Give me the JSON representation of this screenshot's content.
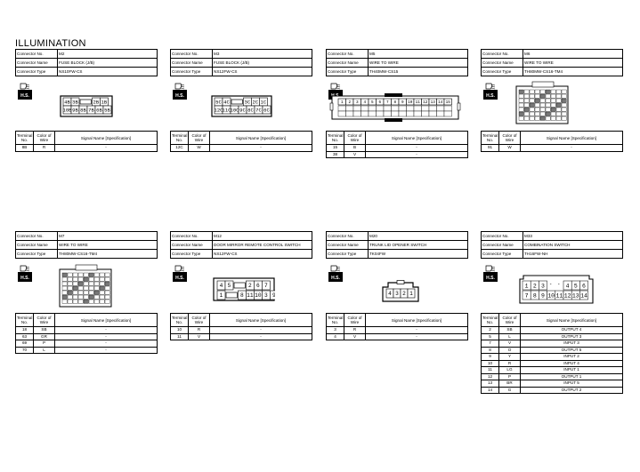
{
  "title": "ILLUMINATION",
  "labels": {
    "connector_no": "Connector No.",
    "connector_name": "Connector Name",
    "connector_type": "Connector Type",
    "terminal_no": "Terminal No.",
    "color_of_wire": "Color of Wire",
    "signal_name": "Signal Name [Specification]",
    "hs": "H.S."
  },
  "connectors": [
    {
      "no": "M2",
      "name": "FUSE BLOCK (J/B)",
      "type": "NS10FW-CS",
      "rows": [
        {
          "t": "8B",
          "c": "R",
          "s": "-"
        }
      ],
      "pins_top": [
        "4B",
        "3B",
        "",
        "2B",
        "1B"
      ],
      "pins_bottom": [
        "10B",
        "9B",
        "8B",
        "7B",
        "6B",
        "5B"
      ]
    },
    {
      "no": "M3",
      "name": "FUSE BLOCK (J/B)",
      "type": "NS12FW-CS",
      "rows": [
        {
          "t": "12C",
          "c": "W",
          "s": "-"
        }
      ],
      "pins_top": [
        "5C",
        "4C",
        "",
        "3C",
        "2C",
        "1C"
      ],
      "pins_bottom": [
        "12C",
        "11C",
        "10C",
        "9C",
        "8C",
        "7C",
        "6C"
      ]
    },
    {
      "no": "M5",
      "name": "WIRE TO WIRE",
      "type": "TH40MW-CS15",
      "rows": [
        {
          "t": "15",
          "c": "B",
          "s": "-"
        },
        {
          "t": "38",
          "c": "V",
          "s": "-"
        }
      ],
      "pins_top": [
        "1",
        "2",
        "3",
        "4",
        "5",
        "6",
        "7",
        "8",
        "9",
        "10",
        "11",
        "12",
        "13",
        "14",
        "15"
      ]
    },
    {
      "no": "M6",
      "name": "WIRE TO WIRE",
      "type": "TH80MW-CS16-TM4",
      "rows": [
        {
          "t": "91",
          "c": "W",
          "s": "-"
        }
      ]
    },
    {
      "no": "M7",
      "name": "WIRE TO WIRE",
      "type": "TH80MW-CS16-TM4",
      "rows": [
        {
          "t": "18",
          "c": "SB",
          "s": "-"
        },
        {
          "t": "63",
          "c": "GR",
          "s": "-"
        },
        {
          "t": "69",
          "c": "P",
          "s": "-"
        },
        {
          "t": "70",
          "c": "L",
          "s": "-"
        }
      ]
    },
    {
      "no": "M12",
      "name": "DOOR MIRROR REMOTE CONTROL SWITCH",
      "type": "NS12FW-CS",
      "rows": [
        {
          "t": "10",
          "c": "R",
          "s": "-"
        },
        {
          "t": "11",
          "c": "V",
          "s": "-"
        }
      ],
      "pins_top": [
        "4",
        "5",
        "",
        "2",
        "6",
        "7"
      ],
      "pins_bottom": [
        "1",
        "",
        "8",
        "11",
        "10",
        "3",
        "9"
      ]
    },
    {
      "no": "M20",
      "name": "TRUNK LID OPENER SWITCH",
      "type": "TK04FW",
      "rows": [
        {
          "t": "3",
          "c": "R",
          "s": "-"
        },
        {
          "t": "4",
          "c": "V",
          "s": "-"
        }
      ],
      "pins_top": [
        "4",
        "3",
        "2",
        "1"
      ]
    },
    {
      "no": "M33",
      "name": "COMBINATION SWITCH",
      "type": "TH16FW-NH",
      "rows": [
        {
          "t": "2",
          "c": "SB",
          "s": "OUTPUT 4"
        },
        {
          "t": "5",
          "c": "L",
          "s": "OUTPUT 3"
        },
        {
          "t": "7",
          "c": "V",
          "s": "INPUT 3"
        },
        {
          "t": "8",
          "c": "O",
          "s": "OUTPUT 5"
        },
        {
          "t": "9",
          "c": "Y",
          "s": "INPUT 2"
        },
        {
          "t": "10",
          "c": "R",
          "s": "INPUT 4"
        },
        {
          "t": "11",
          "c": "LG",
          "s": "INPUT 1"
        },
        {
          "t": "12",
          "c": "P",
          "s": "OUTPUT 1"
        },
        {
          "t": "13",
          "c": "BR",
          "s": "INPUT 5"
        },
        {
          "t": "14",
          "c": "G",
          "s": "OUTPUT 2"
        }
      ],
      "pins_top": [
        "1",
        "2",
        "3",
        "",
        "",
        "4",
        "5",
        "6"
      ],
      "pins_bottom": [
        "7",
        "8",
        "9",
        "10",
        "11",
        "12",
        "13",
        "14"
      ]
    }
  ]
}
